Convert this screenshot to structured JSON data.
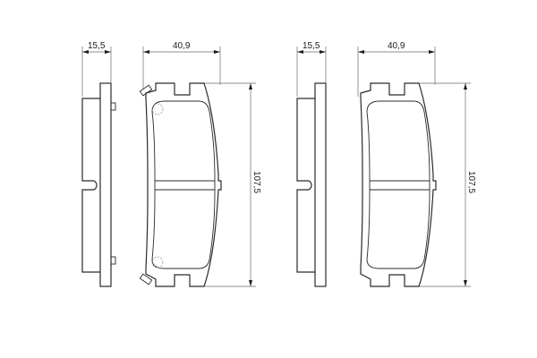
{
  "drawing": {
    "title": "Brake pad set technical drawing",
    "line_color": "#2a2a2a",
    "dimension_color": "#6a6a6a",
    "pads": [
      {
        "id": "pad-1",
        "side_view": {
          "thickness_label": "15,5"
        },
        "front_view": {
          "width_label": "40,9",
          "height_label": "107,5",
          "has_wear_sensor_clips": true
        }
      },
      {
        "id": "pad-2",
        "side_view": {
          "thickness_label": "15,5"
        },
        "front_view": {
          "width_label": "40,9",
          "height_label": "107,5",
          "has_wear_sensor_clips": false
        }
      }
    ]
  }
}
